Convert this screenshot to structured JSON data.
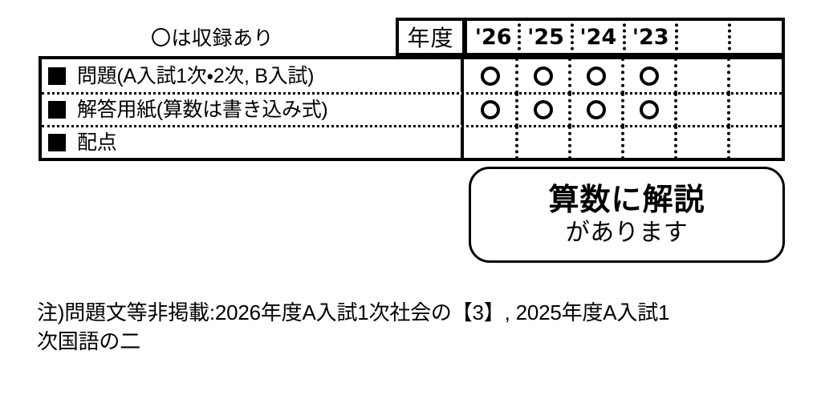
{
  "legend": {
    "note": "〇は収録あり"
  },
  "table": {
    "year_header_label": "年度",
    "year_columns": [
      "'26",
      "'25",
      "'24",
      "'23",
      "",
      ""
    ],
    "mark_symbol": "〇",
    "rows": [
      {
        "label": "問題(A入試1次・2次, B入試)",
        "marks": [
          "〇",
          "〇",
          "〇",
          "〇",
          "",
          ""
        ]
      },
      {
        "label": "解答用紙(算数は書き込み式)",
        "marks": [
          "〇",
          "〇",
          "〇",
          "〇",
          "",
          ""
        ]
      },
      {
        "label": "配点",
        "marks": [
          "",
          "",
          "",
          "",
          "",
          ""
        ]
      }
    ]
  },
  "callout": {
    "main": "算数に解説",
    "sub": "があります"
  },
  "footnote": {
    "line1": "注)問題文等非掲載:2026年度A入試1次社会の【3】, 2025年度A入試1",
    "line2": "次国語の二"
  },
  "colors": {
    "ink": "#000000",
    "background": "#ffffff"
  }
}
